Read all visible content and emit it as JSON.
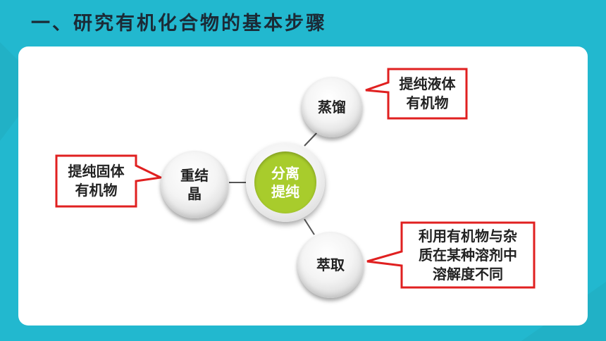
{
  "title": "一、研究有机化合物的基本步骤",
  "colors": {
    "background": "#22b8cf",
    "panel": "#ffffff",
    "center_fill": "#a8cc2c",
    "callout_border": "#e02020"
  },
  "center": {
    "line1": "分离",
    "line2": "提纯"
  },
  "nodes": {
    "left": {
      "line1": "重结",
      "line2": "晶"
    },
    "top": {
      "label": "蒸馏"
    },
    "bottom": {
      "label": "萃取"
    }
  },
  "callouts": {
    "left": {
      "line1": "提纯固体",
      "line2": "有机物"
    },
    "top": {
      "line1": "提纯液体",
      "line2": "有机物"
    },
    "bottom": {
      "line1": "利用有机物与杂",
      "line2": "质在某种溶剂中",
      "line3": "溶解度不同"
    }
  }
}
